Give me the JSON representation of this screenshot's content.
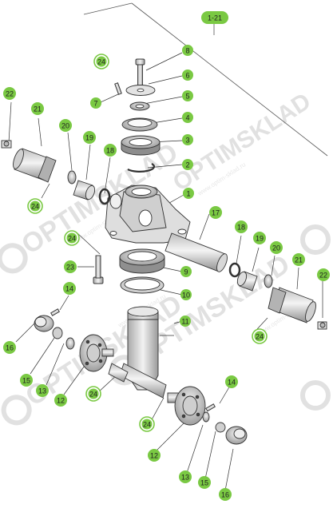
{
  "assembly_label": "1-21",
  "watermark": {
    "brand": "OPTIMSKLAD",
    "url": "www.optim-sklad.ru"
  },
  "callouts": [
    {
      "id": "c-8",
      "label": "8"
    },
    {
      "id": "c-24a",
      "label": "24"
    },
    {
      "id": "c-6",
      "label": "6"
    },
    {
      "id": "c-7",
      "label": "7"
    },
    {
      "id": "c-5",
      "label": "5"
    },
    {
      "id": "c-4",
      "label": "4"
    },
    {
      "id": "c-3",
      "label": "3"
    },
    {
      "id": "c-2",
      "label": "2"
    },
    {
      "id": "c-22a",
      "label": "22"
    },
    {
      "id": "c-21a",
      "label": "21"
    },
    {
      "id": "c-20a",
      "label": "20"
    },
    {
      "id": "c-19a",
      "label": "19"
    },
    {
      "id": "c-18a",
      "label": "18"
    },
    {
      "id": "c-24b",
      "label": "24"
    },
    {
      "id": "c-1",
      "label": "1"
    },
    {
      "id": "c-17",
      "label": "17"
    },
    {
      "id": "c-18b",
      "label": "18"
    },
    {
      "id": "c-19b",
      "label": "19"
    },
    {
      "id": "c-20b",
      "label": "20"
    },
    {
      "id": "c-21b",
      "label": "21"
    },
    {
      "id": "c-22b",
      "label": "22"
    },
    {
      "id": "c-24c",
      "label": "24"
    },
    {
      "id": "c-23",
      "label": "23"
    },
    {
      "id": "c-9",
      "label": "9"
    },
    {
      "id": "c-10",
      "label": "10"
    },
    {
      "id": "c-14a",
      "label": "14"
    },
    {
      "id": "c-11",
      "label": "11"
    },
    {
      "id": "c-24d",
      "label": "24"
    },
    {
      "id": "c-16a",
      "label": "16"
    },
    {
      "id": "c-15a",
      "label": "15"
    },
    {
      "id": "c-13a",
      "label": "13"
    },
    {
      "id": "c-12a",
      "label": "12"
    },
    {
      "id": "c-24e",
      "label": "24"
    },
    {
      "id": "c-14b",
      "label": "14"
    },
    {
      "id": "c-24f",
      "label": "24"
    },
    {
      "id": "c-12b",
      "label": "12"
    },
    {
      "id": "c-13b",
      "label": "13"
    },
    {
      "id": "c-15b",
      "label": "15"
    },
    {
      "id": "c-16b",
      "label": "16"
    }
  ],
  "colors": {
    "callout_fill": "#7ac943",
    "callout_text": "#1f1f1f",
    "line": "#333333",
    "part_fill": "#e6e6e6",
    "watermark": "#c9c9c9"
  }
}
